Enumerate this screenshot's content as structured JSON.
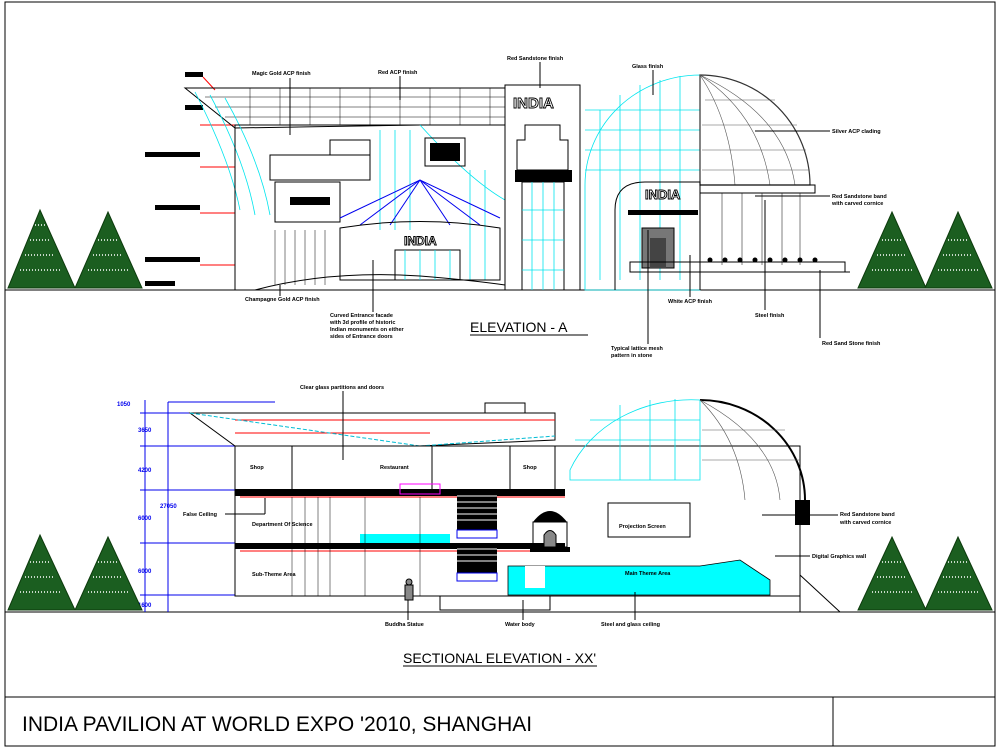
{
  "sheet": {
    "title": "INDIA PAVILION AT WORLD EXPO '2010, SHANGHAI",
    "colors": {
      "glass": "#00ffff",
      "red": "#ff0000",
      "dimension": "#0000ee",
      "tree": "#1b5e20"
    }
  },
  "elevation_a": {
    "title": "ELEVATION -  A",
    "signage": [
      "INDIA",
      "INDIA",
      "INDIA"
    ],
    "labels": {
      "magic_gold": "Magic Gold ACP finish",
      "red_acp": "Red ACP finish",
      "red_sandstone": "Red Sandstone finish",
      "glass": "Glass finish",
      "silver_acp": "Silver ACP clading",
      "band_1": "Red Sandstone band",
      "band_2": "with carved cornice",
      "champagne": "Champagne Gold ACP finish",
      "curved_1": "Curved Entrance facade",
      "curved_2": "with 3d profile of historic",
      "curved_3": "Indian monuments on either",
      "curved_4": "sides of Entrance doors",
      "lattice_1": "Typical lattice mesh",
      "lattice_2": "pattern in stone",
      "white_acp": "White ACP finish",
      "steel": "Steel finish",
      "red_sand_stone": "Red Sand Stone finish"
    }
  },
  "sectional_elevation": {
    "title": "SECTIONAL ELEVATION -  XX'",
    "labels": {
      "clear_glass": "Clear glass partitions and doors",
      "shop_left": "Shop",
      "restaurant": "Restaurant",
      "shop_right": "Shop",
      "false_ceiling": "False Ceiling",
      "science": "Department Of Science",
      "sub_theme": "Sub-Theme Area",
      "buddha": "Buddha Statue",
      "water": "Water body",
      "steel_glass": "Steel and glass ceiling",
      "projection": "Projection Screen",
      "main_theme": "Main Theme Area",
      "band_1": "Red Sandstone band",
      "band_2": "with carved cornice",
      "digital": "Digital Graphics wall"
    },
    "dimensions": [
      "1050",
      "3650",
      "4200",
      "27050",
      "6000",
      "6000",
      "1600"
    ]
  }
}
